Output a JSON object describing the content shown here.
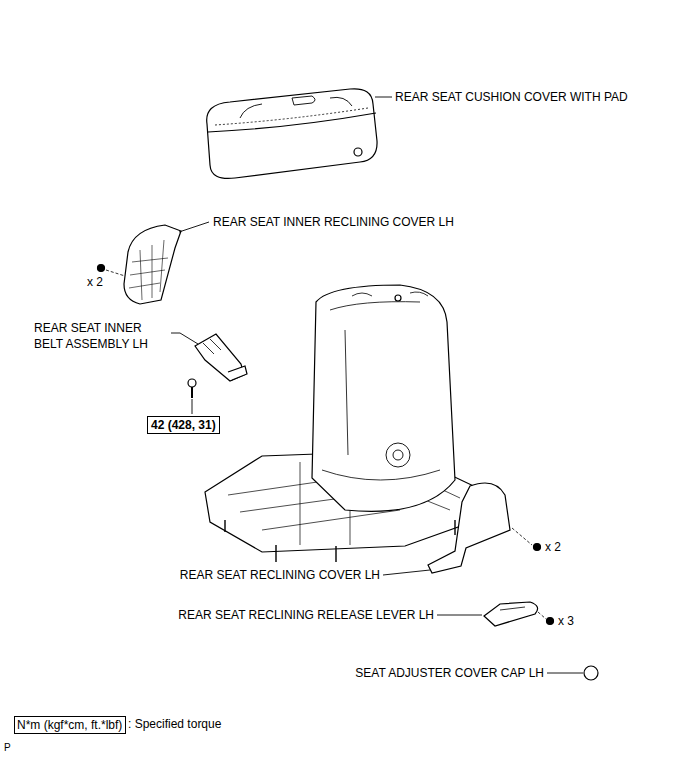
{
  "diagram": {
    "nodes": [
      {
        "text": [
          "42 (428, 31)"
        ]
      },
      {
        "text": [
          "N*m (kgf*cm, ft.*lbf)"
        ]
      }
    ],
    "labels": [
      "REAR SEAT CUSHION COVER WITH PAD",
      "REAR SEAT INNER RECLINING COVER LH",
      "x 2",
      "REAR SEAT INNER BELT ASSEMBLY LH",
      "REAR SEAT RECLINING COVER LH",
      "x 2",
      "REAR SEAT RECLINING RELEASE LEVER LH",
      "x 3",
      "SEAT ADJUSTER COVER CAP LH",
      ": Specified torque",
      "P"
    ]
  }
}
